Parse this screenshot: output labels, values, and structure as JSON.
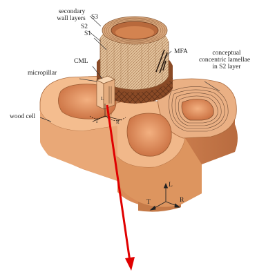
{
  "labels": {
    "secondary_wall": [
      "secondary",
      "wall layers"
    ],
    "s3": "S3",
    "s2": "S2",
    "s1": "S1",
    "cml": "CML",
    "micropillar": "micropillar",
    "mfa": "MFA",
    "lamellae": [
      "conceptual",
      "concentric lamellae",
      "in S2 layer"
    ],
    "wood_cell": "wood cell",
    "micropillar_axes": {
      "l": "L",
      "t": "T",
      "r": "R"
    },
    "axes": {
      "l": "L",
      "t": "T",
      "r": "R"
    }
  },
  "colors": {
    "cell_top": "#f2b98c",
    "cell_side": "#d88d5a",
    "lumen": "#e09060",
    "accent_arrow": "#e00000"
  }
}
